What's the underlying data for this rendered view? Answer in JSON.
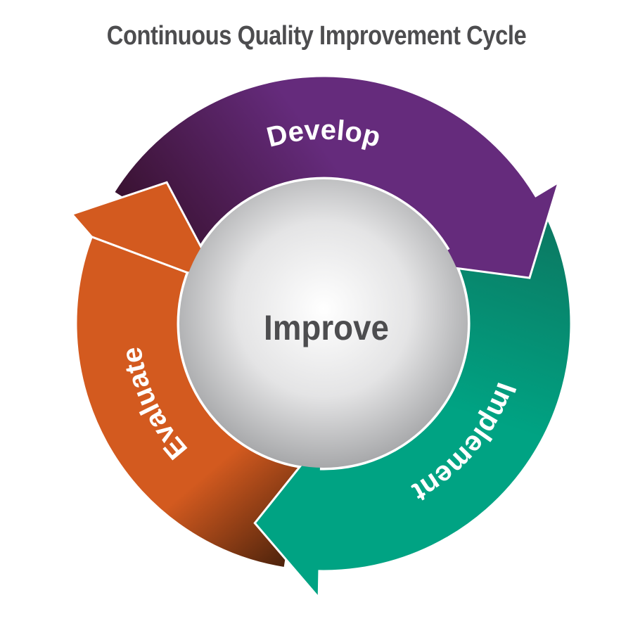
{
  "title": "Continuous Quality Improvement Cycle",
  "center_label": "Improve",
  "stages": [
    {
      "label": "Develop",
      "color": "#652b7c",
      "dark": "#3a1232"
    },
    {
      "label": "Implement",
      "color": "#00a383",
      "dark": "#0b7a63"
    },
    {
      "label": "Evaluate",
      "color": "#d35a1f",
      "dark": "#4e230c"
    }
  ]
}
